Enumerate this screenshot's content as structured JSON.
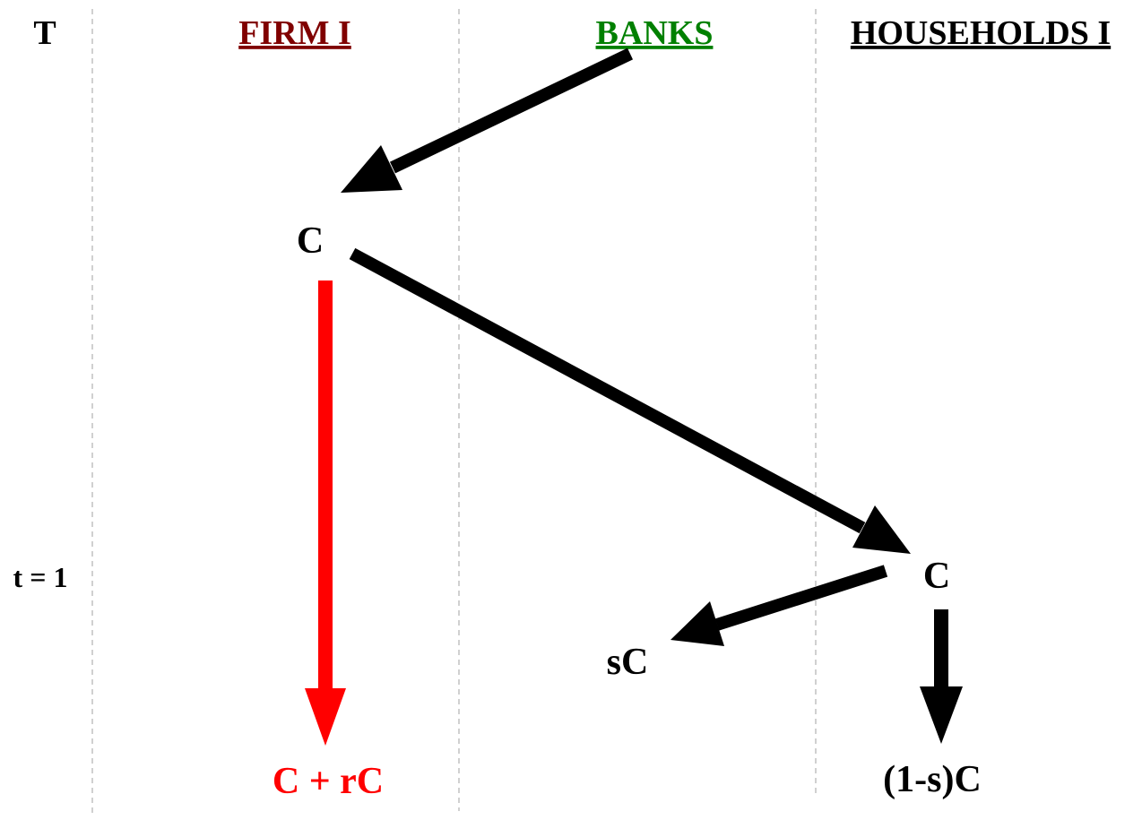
{
  "axis": {
    "time_header": "T",
    "time_marker": "t = 1"
  },
  "columns": {
    "firm": {
      "label": "FIRM I",
      "color": "#800000"
    },
    "banks": {
      "label": "BANKS",
      "color": "#008000"
    },
    "households": {
      "label": "HOUSEHOLDS I",
      "color": "#000000"
    }
  },
  "nodes": {
    "firm_credit": {
      "label": "C",
      "color": "#000000"
    },
    "households_credit": {
      "label": "C",
      "color": "#000000"
    },
    "savings": {
      "label": "sC",
      "color": "#000000"
    },
    "consumption": {
      "label": "(1-s)C",
      "color": "#000000"
    },
    "repayment": {
      "label": "C + rC",
      "color": "#ff0000"
    }
  },
  "flows": [
    {
      "id": "banks-to-firm",
      "from": "BANKS",
      "to": "FIRM I",
      "color": "#000000"
    },
    {
      "id": "firm-to-households",
      "from": "FIRM I",
      "to": "HOUSEHOLDS I",
      "color": "#000000"
    },
    {
      "id": "firm-repayment",
      "from": "C",
      "to": "C + rC",
      "color": "#ff0000"
    },
    {
      "id": "households-to-savings",
      "from": "C",
      "to": "sC",
      "color": "#000000"
    },
    {
      "id": "households-to-consumption",
      "from": "C",
      "to": "(1-s)C",
      "color": "#000000"
    }
  ]
}
